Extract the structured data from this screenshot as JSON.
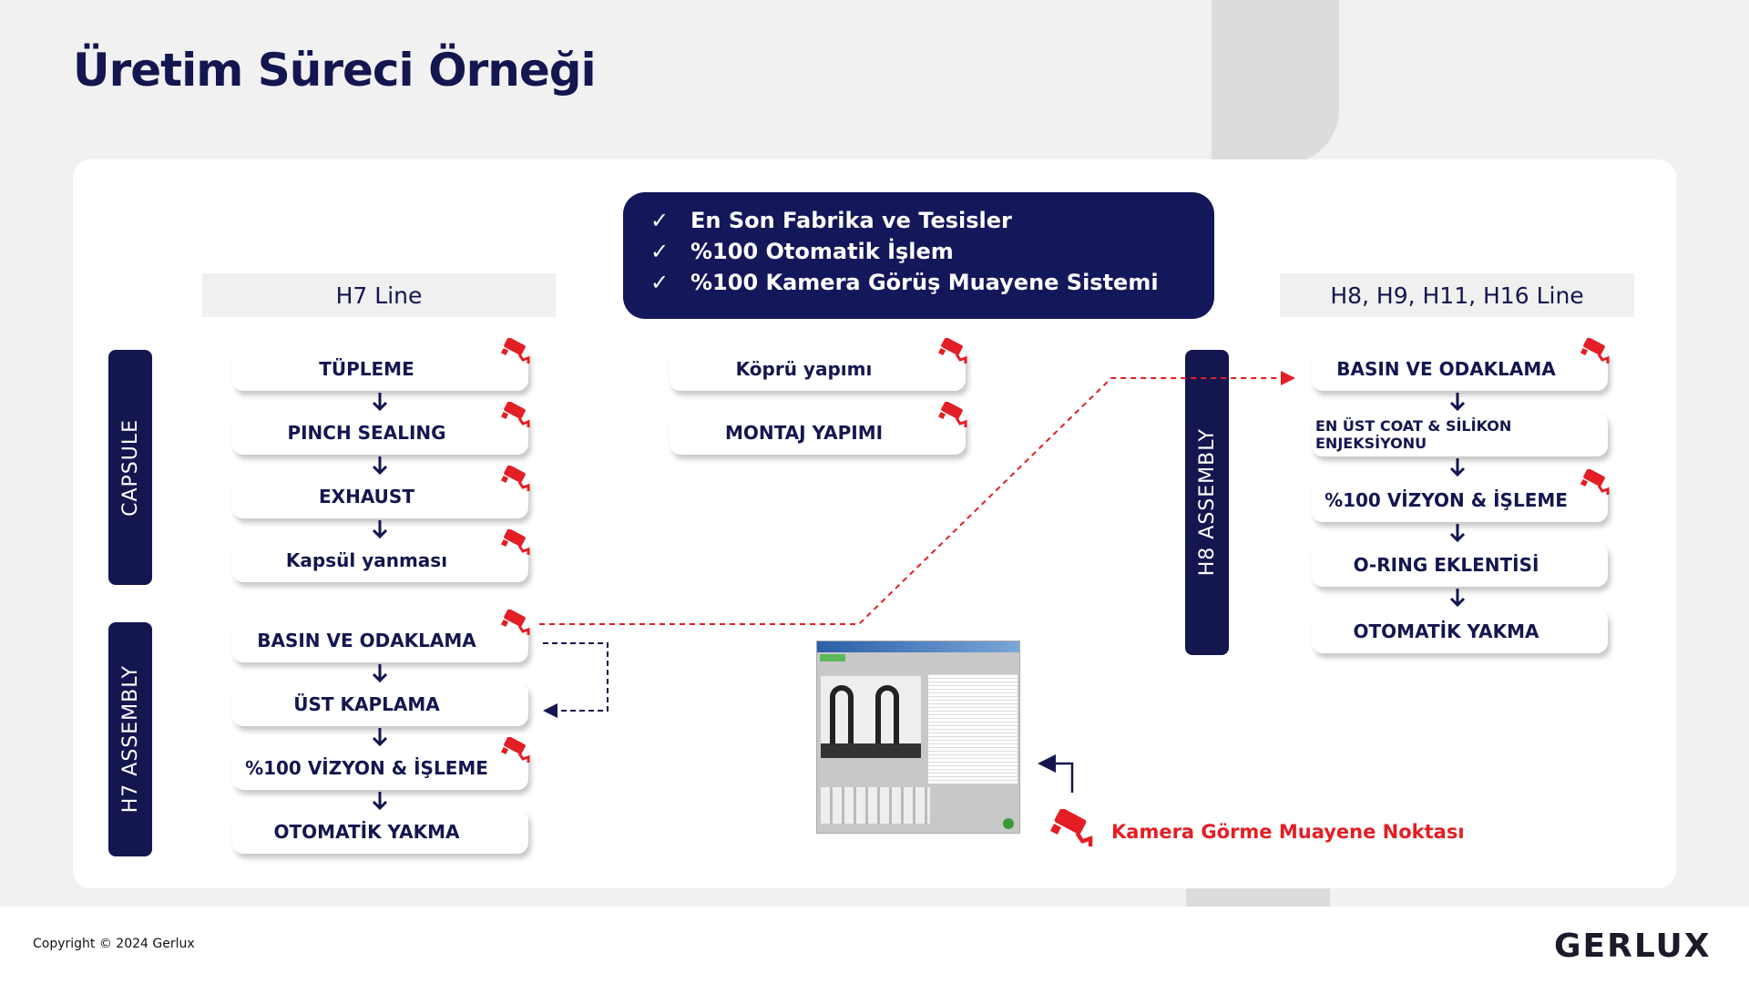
{
  "title": "Üretim Süreci Örneği",
  "banner": {
    "items": [
      "En Son Fabrika ve Tesisler",
      "%100 Otomatik İşlem",
      "%100 Kamera Görüş Muayene Sistemi"
    ],
    "check": "✓"
  },
  "h7_line": "H7 Line",
  "h8_line": "H8, H9, H11, H16 Line",
  "groups": {
    "capsule": "CAPSULE",
    "h7_assembly": "H7 ASSEMBLY",
    "h8_assembly": "H8 ASSEMBLY"
  },
  "capsule_steps": [
    "TÜPLEME",
    "PINCH SEALING",
    "EXHAUST",
    "Kapsül yanması"
  ],
  "h7_steps": [
    "BASIN VE ODAKLAMA",
    "ÜST KAPLAMA",
    "%100 VİZYON & İŞLEME",
    "OTOMATİK YAKMA"
  ],
  "middle_steps": [
    "Köprü yapımı",
    "MONTAJ YAPIMI"
  ],
  "h8_steps": [
    "BASIN VE ODAKLAMA",
    "EN ÜST COAT & SİLİKON ENJEKSİYONU",
    "%100 VİZYON & İŞLEME",
    "O-RING EKLENTİSİ",
    "OTOMATİK YAKMA"
  ],
  "legend": "Kamera Görme Muayene Noktası",
  "footer": {
    "copyright": "Copyright © 2024 Gerlux",
    "logo": "GERLUX"
  },
  "colors": {
    "navy": "#14164f",
    "red": "#e31e24"
  }
}
